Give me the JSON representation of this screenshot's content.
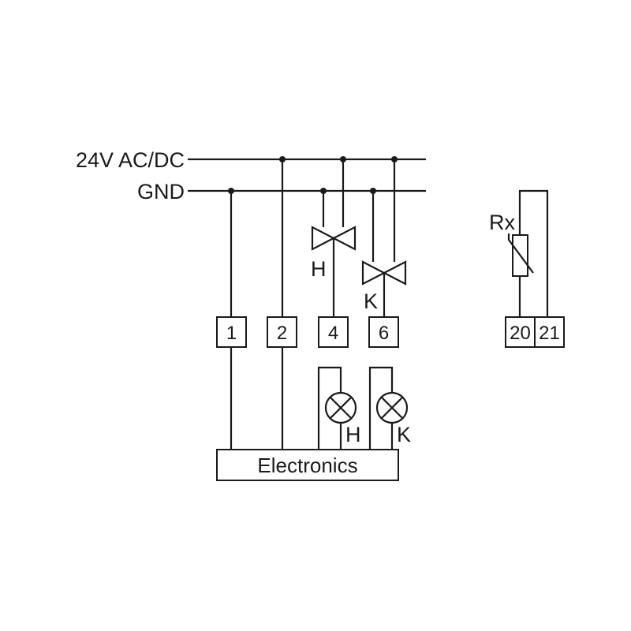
{
  "rails": {
    "supply_label": "24V AC/DC",
    "ground_label": "GND"
  },
  "terminals": {
    "t1": "1",
    "t2": "2",
    "t4": "4",
    "t6": "6",
    "t20": "20",
    "t21": "21"
  },
  "valves": {
    "heating_label": "H",
    "cooling_label": "K"
  },
  "lamps": {
    "heating_label": "H",
    "cooling_label": "K"
  },
  "sensor": {
    "label": "Rx"
  },
  "electronics": {
    "label": "Electronics"
  }
}
